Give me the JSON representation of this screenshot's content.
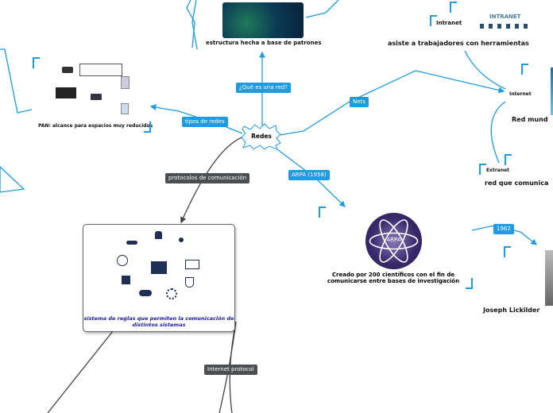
{
  "central": {
    "label": "Redes"
  },
  "branches": {
    "que_es": "¿Qué es una red?",
    "tipos": "tipos de redes",
    "protocolos": "protocolos de comunicación",
    "arpa": "ARPA (1958)",
    "nets": "Nets",
    "year_1962": "1962",
    "internet_protocol": "Internet protocol"
  },
  "nodes": {
    "estructura": "estructura hecha a base de patrones",
    "pan": "PAN: alcance para espacios muy reducidos",
    "protocol_desc": "sistema de reglas que permiten la comunicación de distintos sistemas",
    "arpa_desc_line1": "Creado por 200 científicos con el fin de",
    "arpa_desc_line2": "comunicarse entre bases de investigación",
    "arpa_logo": "ARPA",
    "intranet": "Intranet",
    "intranet_image_title": "INTRANET",
    "intranet_desc": "asiste a trabajadores con herramientas",
    "internet": "Internet",
    "internet_desc": "Red mund",
    "extranet": "Extranet",
    "extranet_desc": "red que comunica",
    "lickilder": "Joseph Lickilder"
  },
  "colors": {
    "branch_blue": "#1e9be3",
    "branch_dark": "#4a4f52",
    "protocol_text": "#1a1aa8",
    "arpa_purple": "#3b2a6e"
  }
}
